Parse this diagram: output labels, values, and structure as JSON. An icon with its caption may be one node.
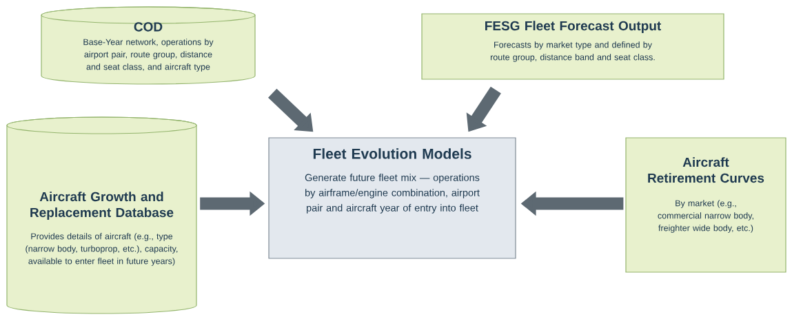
{
  "diagram": {
    "nodes": [
      {
        "text": [
          "COD",
          "Base-Year network, operations by airport pair, route group, distance and seat class, and aircraft type"
        ]
      },
      {
        "text": [
          "FESG Fleet Forecast Output",
          "Forecasts by market type and defined by route group, distance band and seat class."
        ]
      },
      {
        "text": [
          "Aircraft Growth and Replacement Database",
          "Provides details of aircraft (e.g., type (narrow body, turboprop, etc.), capacity, available to enter fleet in future years)"
        ]
      },
      {
        "text": [
          "Fleet Evolution Models",
          "Generate future fleet mix — operations by airframe/engine combination, airport pair and aircraft year of entry into fleet"
        ]
      },
      {
        "text": [
          "Aircraft Retirement Curves",
          "By market (e.g., commercial narrow body, freighter wide body, etc.)"
        ]
      }
    ],
    "edges": [
      {
        "from": 0,
        "to": 3,
        "arrow": "to"
      },
      {
        "from": 1,
        "to": 3,
        "arrow": "to"
      },
      {
        "from": 2,
        "to": 3,
        "arrow": "to"
      },
      {
        "from": 4,
        "to": 3,
        "arrow": "to"
      }
    ]
  }
}
